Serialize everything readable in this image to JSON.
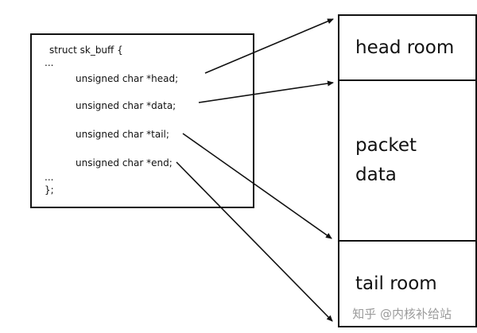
{
  "code": {
    "lines": [
      "struct sk_buff {",
      "...",
      "unsigned char *head;",
      "unsigned char *data;",
      "unsigned char *tail;",
      "unsigned char *end;",
      "...",
      "};"
    ]
  },
  "buffer": {
    "regions": [
      {
        "label": "head room"
      },
      {
        "label": "packet data"
      },
      {
        "label": "tail room"
      }
    ]
  },
  "arrows": [
    {
      "from": "unsigned char *head",
      "to": "top of buffer (start of head room)"
    },
    {
      "from": "unsigned char *data",
      "to": "boundary between head room and packet data"
    },
    {
      "from": "unsigned char *tail",
      "to": "boundary between packet data and tail room"
    },
    {
      "from": "unsigned char *end",
      "to": "bottom of buffer (end of tail room)"
    }
  ],
  "watermark": "知乎 @内核补给站",
  "colors": {
    "line": "#111111",
    "watermark": "#9a9a9a",
    "background": "#ffffff"
  }
}
